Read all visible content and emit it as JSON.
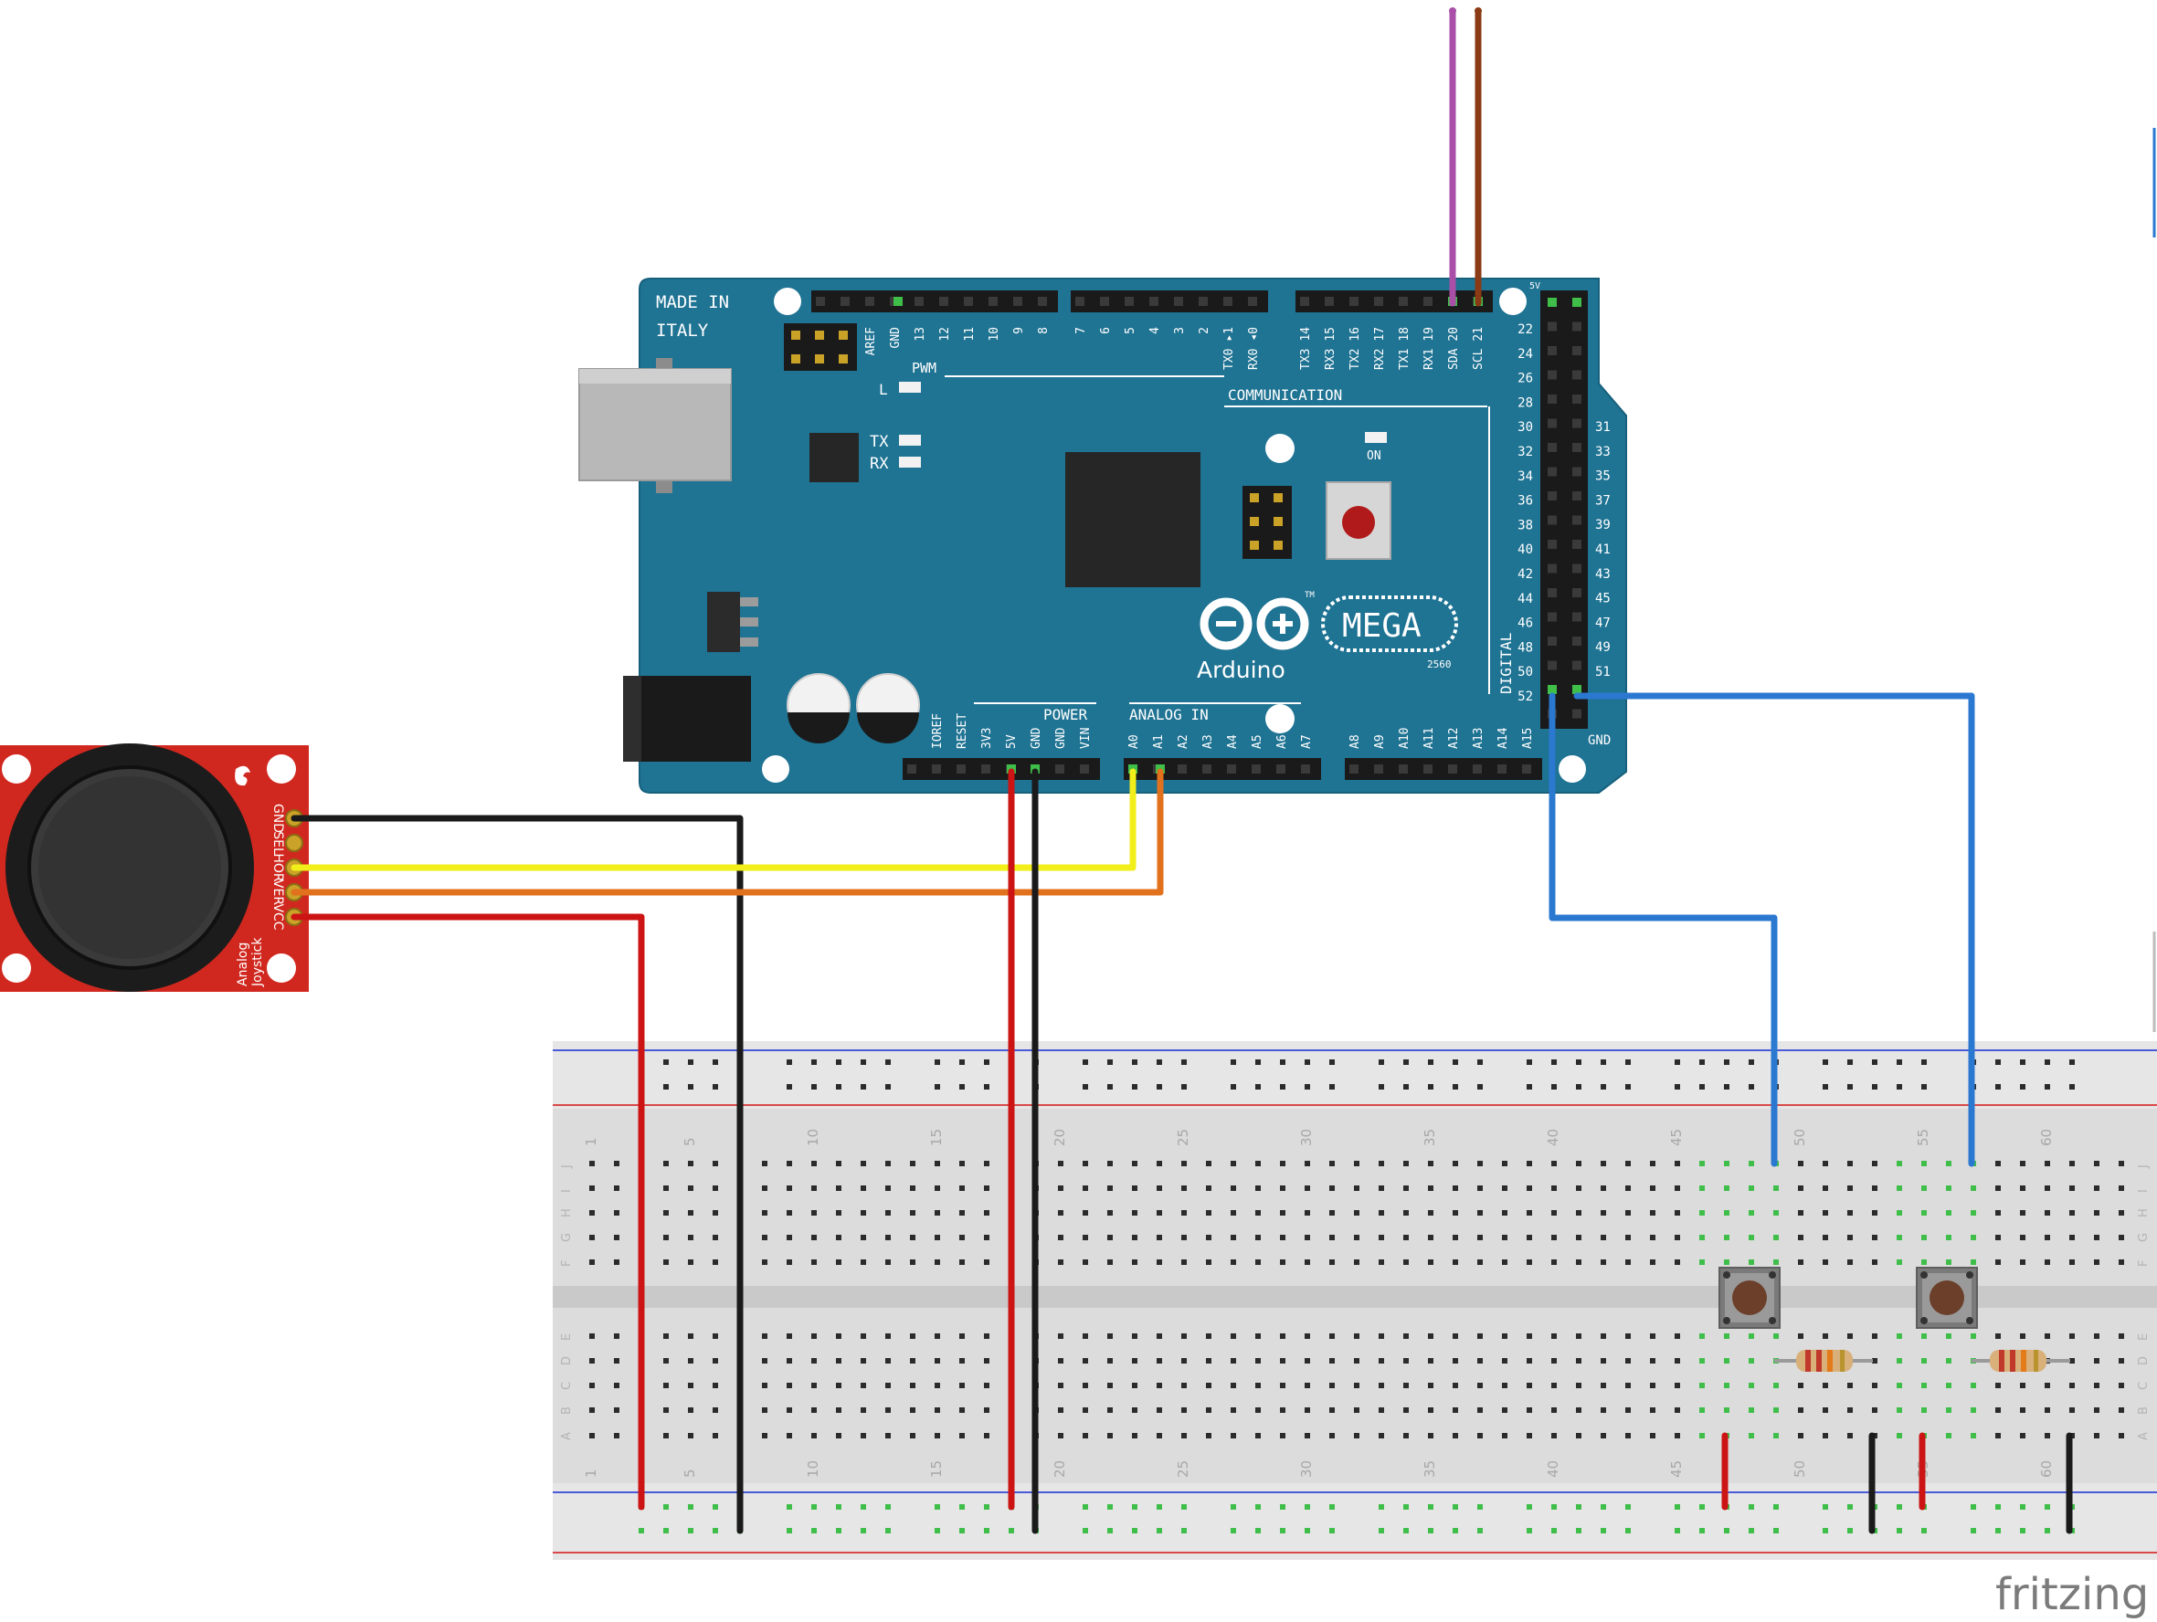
{
  "arduino": {
    "made_in": "MADE IN",
    "italy": "ITALY",
    "pwm": "PWM",
    "l_led": "L",
    "tx": "TX",
    "rx": "RX",
    "on": "ON",
    "communication": "COMMUNICATION",
    "power": "POWER",
    "analog_in": "ANALOG IN",
    "digital": "DIGITAL",
    "mega": "MEGA",
    "arduino": "Arduino",
    "model": "2560",
    "tm": "TM",
    "top_5v": "5V",
    "gnd_bottom": "GND",
    "pins_top_a": [
      "AREF",
      "GND",
      "13",
      "12",
      "11",
      "10",
      "9",
      "8"
    ],
    "pins_top_b": [
      "7",
      "6",
      "5",
      "4",
      "3",
      "2",
      "TX0 ▸1",
      "RX0 ◂0"
    ],
    "pins_top_c": [
      "TX3 14",
      "RX3 15",
      "TX2 16",
      "RX2 17",
      "TX1 18",
      "RX1 19",
      "SDA 20",
      "SCL 21"
    ],
    "pins_power": [
      "IOREF",
      "RESET",
      "3V3",
      "5V",
      "GND",
      "GND",
      "VIN"
    ],
    "pins_analog_a": [
      "A0",
      "A1",
      "A2",
      "A3",
      "A4",
      "A5",
      "A6",
      "A7"
    ],
    "pins_analog_b": [
      "A8",
      "A9",
      "A10",
      "A11",
      "A12",
      "A13",
      "A14",
      "A15"
    ],
    "pins_digital_left": [
      "22",
      "24",
      "26",
      "28",
      "30",
      "32",
      "34",
      "36",
      "38",
      "40",
      "42",
      "44",
      "46",
      "48",
      "50",
      "52"
    ],
    "pins_digital_right": [
      "31",
      "33",
      "35",
      "37",
      "39",
      "41",
      "43",
      "45",
      "47",
      "49",
      "51"
    ]
  },
  "joystick": {
    "pins": [
      "GND",
      "SEL",
      "HOR",
      "VER",
      "VCC"
    ],
    "title_1": "Analog",
    "title_2": "Joystick"
  },
  "breadboard": {
    "column_numbers": [
      "1",
      "5",
      "10",
      "15",
      "20",
      "25",
      "30",
      "35",
      "40",
      "45",
      "50",
      "55",
      "60"
    ],
    "rows_top": [
      "J",
      "I",
      "H",
      "G",
      "F"
    ],
    "rows_bottom": [
      "E",
      "D",
      "C",
      "B",
      "A"
    ]
  },
  "watermark": "fritzing",
  "colors": {
    "board": "#1f7393",
    "joystick_board": "#d0281f",
    "wire_black": "#1a1a1a",
    "wire_yellow": "#f2ee1a",
    "wire_orange": "#e2711d",
    "wire_red": "#cc1414",
    "wire_blue": "#2b78d1",
    "wire_purple": "#a94fa8",
    "wire_brown": "#8a3a14"
  }
}
